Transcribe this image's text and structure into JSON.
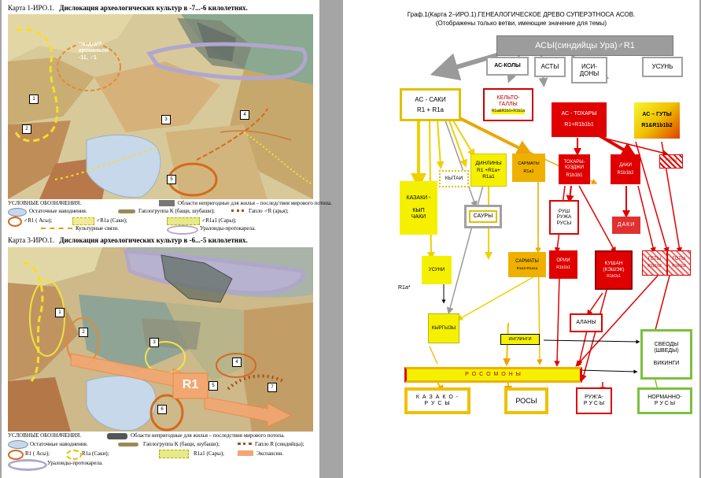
{
  "left": {
    "map1": {
      "caption_prefix": "Карта 1-ИРО.1.",
      "caption_title": "Дислокация археологических культур в -7...-6 килолетнях.",
      "label_kroman": "поздний кроманьон\n-11, ♂1",
      "markers": [
        "1",
        "2",
        "3",
        "4",
        "5"
      ]
    },
    "legend1": {
      "heading": "УСЛОВНЫЕ ОБОЗНАЧЕНИЯ.",
      "unsuitable": "Области непригодные для жилья – последствия мирового потопа.",
      "remnant": "Остаточные наводнения.",
      "haplo_k": "Гаплогруппа K (бащи, шубаши);",
      "haplo_r": "Гапло ♂R (арья);",
      "r1_asy": "♂R1 ( Асы);",
      "r1a_saki": "♂R1a (Саки);",
      "r1a1_sary": "♂R1a1 (Сары);",
      "cultural": "Культурные связи.",
      "ural": "Уралоиды-протокарела."
    },
    "map3": {
      "caption_prefix": "Карта 3-ИРО.1.",
      "caption_title": "Дислокация археологических культур в -6...-5 килолетнях.",
      "r1_label": "R1",
      "markers": [
        "1",
        "2",
        "3",
        "4",
        "5",
        "6",
        "7"
      ]
    },
    "legend3": {
      "heading": "УСЛОВНЫЕ ОБОЗНАЧЕНИЯ.",
      "unsuitable": "Области непригодные для жилья – последствия мирового потопа.",
      "remnant": "Остаточные наводнения.",
      "haplo_k": "Гаплогруппа K (бащи, шубаши);",
      "haplo_r": "Гапло R (синдийцы);",
      "r1_asy": "R1 ( Асы);",
      "r1a_saki": "R1a (Саки);",
      "r1a1_sary": "R1a1 (Сары);",
      "expansion": "Экспансии.",
      "ural": "Уралоиды-протокарела."
    }
  },
  "right": {
    "title": "Граф.1(Карта 2–ИРО.1).ГЕНЕАЛОГИЧЕСКОЕ ДРЕВО СУПЕРЭТНОСА АСОВ.",
    "subtitle": "(Отображены только ветви, имеющие значение для темы)",
    "nodes": {
      "asy": "АСЫ(синдийцы Ура)♂R1",
      "as_koly": "АС-КОЛЫ",
      "asty": "АСТЫ",
      "isi_dony": "ИСИ-\nДОНЫ",
      "usun": "УСУНЬ",
      "as_saki": "АС - САКИ",
      "as_saki_hap": "R1 + R1a",
      "kelto": "КЕЛЬТО-\nГАЛЛЫ",
      "kelto_hap": "R1a&R1b1+R1b1a",
      "as_tohary": "АС - ТОХАРЫ",
      "as_tohary_hap": "R1+R1b1b1",
      "as_guty": "АС – ГУТЫ",
      "as_guty_hap": "R1&R1b1b2",
      "dinliny": "ДИНЛИНЫ",
      "dinliny_hap": "R1 +R1a+\nR1a1",
      "sarmaty1": "САРМАТЫ",
      "sarmaty1_hap": "R1a1",
      "kytai": "КЫТАИ",
      "toh_yuezhi": "ТОХАРЫ-\nЮЭДЖИ",
      "toh_yuezhi_hap": "R1b1b1",
      "daki1": "ДАКИ",
      "daki1_hap": "R1b1b2",
      "goty_hatched": "ГОТЫ",
      "kazaki_kypchaki": "КАЗАКИ -\n\nКЫП\nЧАКИ",
      "saury": "САУРЫ",
      "rush": "РУШ\nРУЖА\nРУСЫ",
      "daki2": "ДАКИ",
      "usuni": "УСУНИ",
      "sarmaty2": "САРМАТЫ",
      "sarmaty2_hap": "R1a1+R1a1a",
      "orii": "ОРИИ",
      "orii_hap": "R1b1b1",
      "kushan": "КУШАН\n(КЭШЭК)",
      "kushan_hap": "R1b1b1",
      "gety": "ГЕТЫ",
      "gety_hap": "R1b1b2",
      "goty2": "ГОТЫ",
      "goty2_hap": "R1b1b2",
      "r1a_star": "R1a*",
      "kyrgyzy": "КЫРГЫЗЫ",
      "alany": "АЛАНЫ",
      "inglingi": "ИНГЛИНГИ",
      "svei": "СВЕОДЫ\n(ШВЕДЫ)\n\nВИКИНГИ",
      "rosomony": "Р О С О М О Н Ы",
      "kazako_rusy": "К А З А К О -\nР У С Ы",
      "rosy": "РОСЫ",
      "ruzha_rusy": "РУЖ'А-\nР У С Ы",
      "normanno_rusy": "НОРМАННО-\nР У С Ы"
    }
  }
}
